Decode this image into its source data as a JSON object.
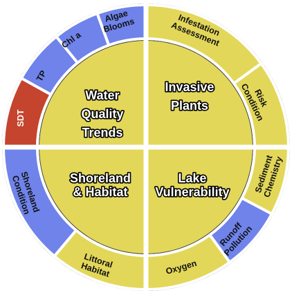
{
  "colors": {
    "yellow": "#E3D75A",
    "blue": "#6F83EA",
    "red": "#C5442D",
    "divider": "#ffffff",
    "outline": "#333333"
  },
  "quadrants": [
    {
      "id": "water-quality",
      "title_lines": [
        "Water",
        "Quality",
        "Trends"
      ],
      "segments": [
        {
          "label_lines": [
            "SDT"
          ],
          "status": "red"
        },
        {
          "label_lines": [
            "TP"
          ],
          "status": "blue"
        },
        {
          "label_lines": [
            "Chl a"
          ],
          "status": "blue"
        },
        {
          "label_lines": [
            "Algae",
            "Blooms"
          ],
          "status": "blue"
        }
      ]
    },
    {
      "id": "invasive-plants",
      "title_lines": [
        "Invasive",
        "Plants"
      ],
      "segments": [
        {
          "label_lines": [
            "Infestation",
            "Assessment"
          ],
          "status": "yellow"
        },
        {
          "label_lines": [
            "Risk",
            "Condition"
          ],
          "status": "yellow"
        }
      ]
    },
    {
      "id": "lake-vulnerability",
      "title_lines": [
        "Lake",
        "Vulnerability"
      ],
      "segments": [
        {
          "label_lines": [
            "Sediment",
            "Chemistry"
          ],
          "status": "yellow"
        },
        {
          "label_lines": [
            "Runoff",
            "Pollution"
          ],
          "status": "blue"
        },
        {
          "label_lines": [
            "Oxygen"
          ],
          "status": "yellow"
        }
      ]
    },
    {
      "id": "shoreland-habitat",
      "title_lines": [
        "Shoreland",
        "& Habitat"
      ],
      "segments": [
        {
          "label_lines": [
            "Littoral",
            "Habitat"
          ],
          "status": "yellow"
        },
        {
          "label_lines": [
            "Shoreland",
            "Condition"
          ],
          "status": "blue"
        }
      ]
    }
  ]
}
